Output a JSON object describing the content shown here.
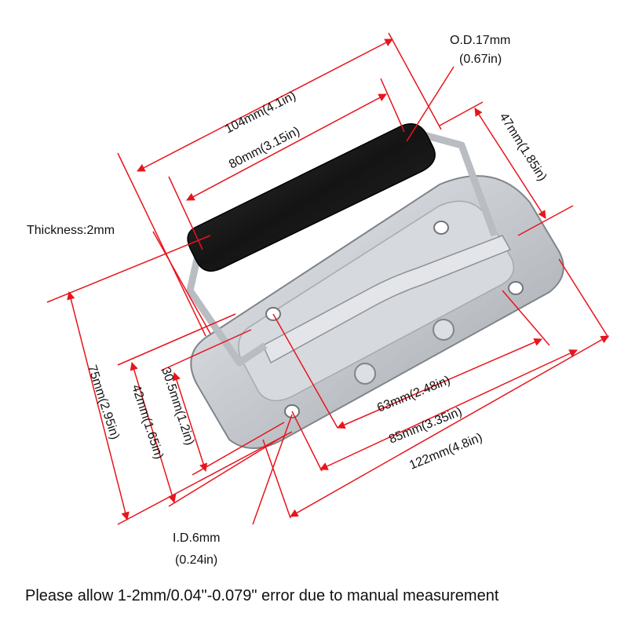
{
  "colors": {
    "dimension": "#e8141c",
    "steel": "#c9ccd0",
    "steel_dark": "#8e9399",
    "rubber": "#1c1c1c",
    "text": "#111111"
  },
  "labels": {
    "outer_diameter": "O.D.17mm",
    "outer_diameter_in": "(0.67in)",
    "inner_diameter": "I.D.6mm",
    "inner_diameter_in": "(0.24in)",
    "thickness": "Thickness:2mm",
    "dim_104": "104mm(4.1in)",
    "dim_80": "80mm(3.15in)",
    "dim_47": "47mm(1.85in)",
    "dim_63": "63mm(2.48in)",
    "dim_85": "85mm(3.35in)",
    "dim_122": "122mm(4.8in)",
    "dim_75": "75mm(2.95in)",
    "dim_42": "42mm(1.65in)",
    "dim_30": "30.5mm(1.2in)"
  },
  "note": "Please allow 1-2mm/0.04\"-0.079\" error due to manual measurement"
}
